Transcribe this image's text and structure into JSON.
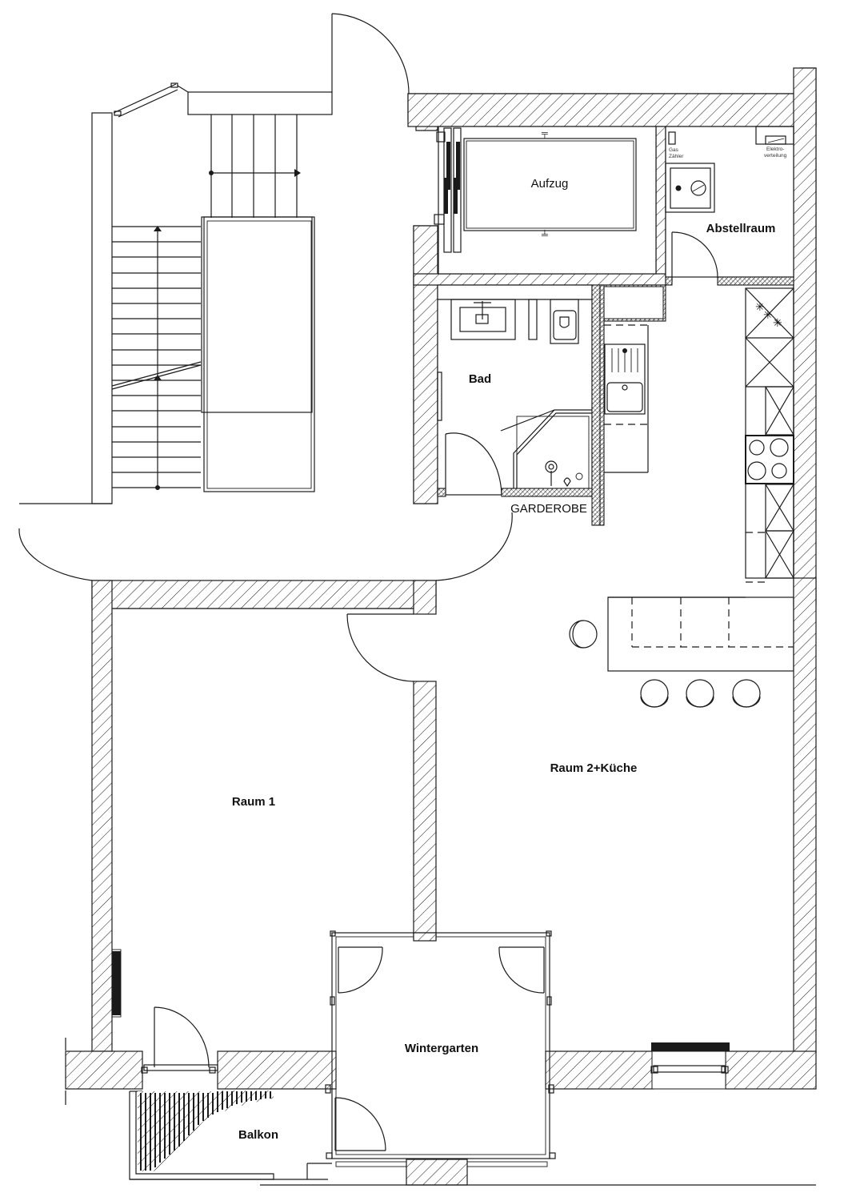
{
  "plan": {
    "type": "architectural-floor-plan",
    "colors": {
      "line": "#1a1a1a",
      "background": "#ffffff",
      "hatch": "#1a1a1a"
    },
    "rooms": [
      {
        "id": "aufzug",
        "label": "Aufzug"
      },
      {
        "id": "abstellraum",
        "label": "Abstellraum"
      },
      {
        "id": "bad",
        "label": "Bad"
      },
      {
        "id": "garderobe",
        "label": "GARDEROBE"
      },
      {
        "id": "raum1",
        "label": "Raum 1"
      },
      {
        "id": "raum2",
        "label": "Raum 2+Küche"
      },
      {
        "id": "wintergarten",
        "label": "Wintergarten"
      },
      {
        "id": "balkon",
        "label": "Balkon"
      }
    ],
    "annotations": {
      "gas_line1": "Gas",
      "gas_line2": "Zähler",
      "elektro_line1": "Elektro-",
      "elektro_line2": "verteilung"
    },
    "fixtures": [
      "staircase",
      "elevator-car",
      "washbasin",
      "toilet",
      "corner-shower",
      "kitchen-sink",
      "cooktop",
      "kitchen-island",
      "bar-stools",
      "radiators",
      "gas-boiler",
      "electrical-panel"
    ]
  }
}
